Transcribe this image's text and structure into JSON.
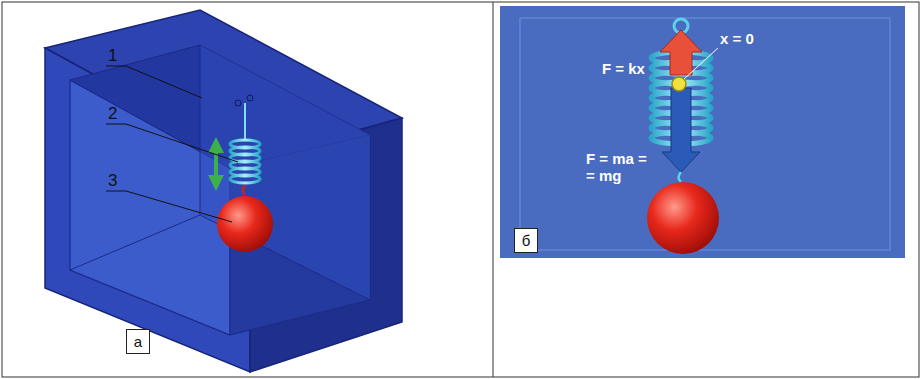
{
  "diagram": {
    "nodes": [
      {
        "text": [
          "а"
        ]
      },
      {
        "text": [
          "б"
        ]
      }
    ],
    "labels": [
      "1",
      "2",
      "3",
      "F = kx",
      "x = 0",
      "F = ma = = mg"
    ]
  }
}
